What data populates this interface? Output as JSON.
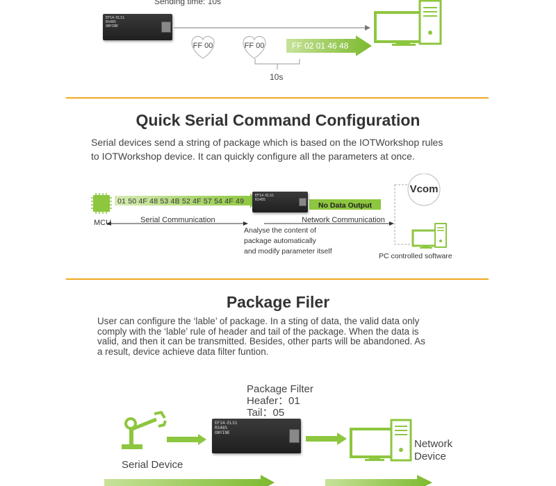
{
  "section1": {
    "sending_time": "Sending time: 10s",
    "bubble1": "FF 00",
    "bubble2": "FF 00",
    "packet": "FF 02 01 46 48",
    "interval": "10s"
  },
  "section2": {
    "title": "Quick Serial Command Configuration",
    "description_line1": "Serial devices send a string of package which is based on the IOTWorkshop rules",
    "description_line2": "to IOTWorkshop device. It can quickly configure all the parameters at once.",
    "hex_string": "01 50 4F 48 53 4B 52 4F 57 54 4F 49",
    "mcu_label": "MCU",
    "serial_comm_label": "Serial Communication",
    "no_data_output": "No Data Output",
    "network_comm_label": "Network Communication",
    "analyse_line1": "Analyse the content of",
    "analyse_line2": "package automatically",
    "analyse_line3": "and modify parameter itself",
    "vcom": "Vcom",
    "pc_software": "PC controlled software"
  },
  "section3": {
    "title": "Package Filer",
    "desc_line1": "User can configure the ‘lable’ of package. In a sting of data, the valid data only",
    "desc_line2": "comply with the ‘lable’ rule of header and tail of the package. When the data is",
    "desc_line3": "valid, and then it can be transmitted. Besides, other parts will be abandoned. As",
    "desc_line4": "a result, device achieve data filter funtion.",
    "filter_title": "Package Filter",
    "filter_header": "Heafer：01",
    "filter_tail": "Tail：05",
    "serial_device": "Serial Device",
    "network_line1": "Network",
    "network_line2": "Device"
  },
  "colors": {
    "accent_green": "#8dc63f",
    "divider_orange": "#f0a81e"
  }
}
